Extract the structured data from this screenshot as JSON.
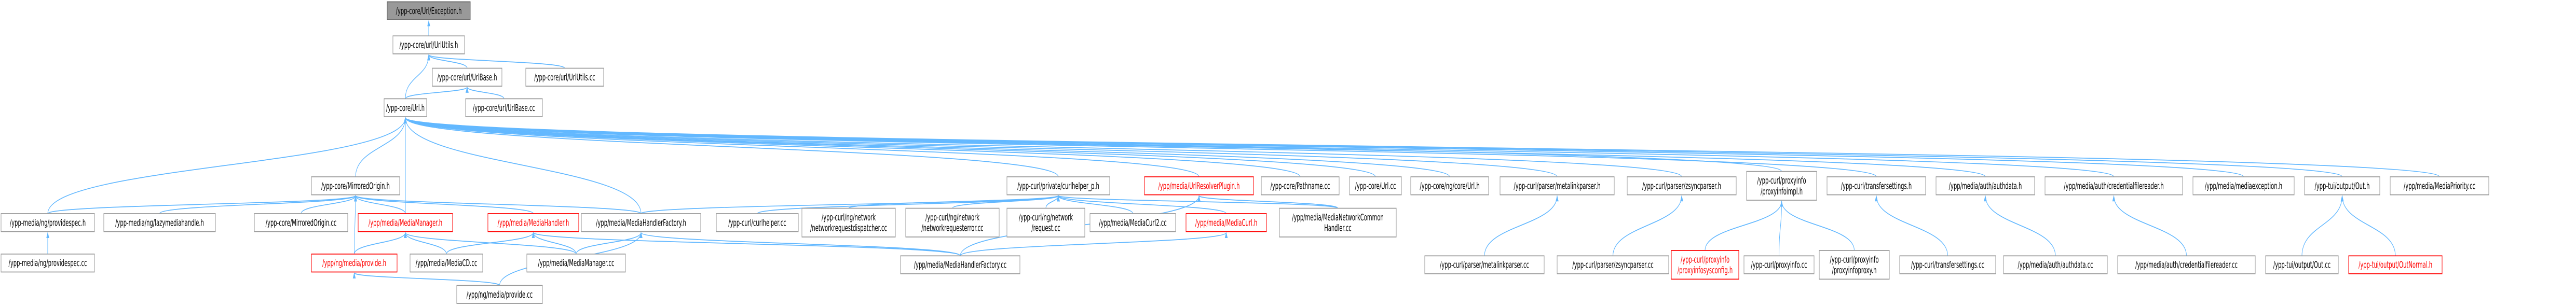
{
  "diagram": {
    "type": "include-dependency-graph",
    "nodes": [
      {
        "id": "urlex",
        "label": [
          "/ypp-core/Url/Exception.h"
        ],
        "style": "root"
      },
      {
        "id": "urlutilsh",
        "label": [
          "/ypp-core/url/UrlUtils.h"
        ]
      },
      {
        "id": "urlbaseh",
        "label": [
          "/ypp-core/url/UrlBase.h"
        ]
      },
      {
        "id": "urlutilscc",
        "label": [
          "/ypp-core/url/UrlUtils.cc"
        ]
      },
      {
        "id": "urlbasecc",
        "label": [
          "/ypp-core/url/UrlBase.cc"
        ]
      },
      {
        "id": "urlh",
        "label": [
          "/ypp-core/Url.h"
        ]
      },
      {
        "id": "mirroredh",
        "label": [
          "/ypp-core/MirroredOrigin.h"
        ]
      },
      {
        "id": "curlhelperp",
        "label": [
          "/ypp-curl/private/curlhelper_p.h"
        ]
      },
      {
        "id": "resolverplugin",
        "label": [
          "/ypp/media/UrlResolverPlugin.h"
        ],
        "style": "red"
      },
      {
        "id": "pathnamecc",
        "label": [
          "/ypp-core/Pathname.cc"
        ]
      },
      {
        "id": "urlcc",
        "label": [
          "/ypp-core/Url.cc"
        ]
      },
      {
        "id": "ngurlh",
        "label": [
          "/ypp-core/ng/core/Url.h"
        ]
      },
      {
        "id": "metaparserh",
        "label": [
          "/ypp-curl/parser/metalinkparser.h"
        ]
      },
      {
        "id": "zsyncparserh",
        "label": [
          "/ypp-curl/parser/zsyncparser.h"
        ]
      },
      {
        "id": "proxyinfoimplh",
        "label": [
          "/ypp-curl/proxyinfo",
          "/proxyinfoimpl.h"
        ]
      },
      {
        "id": "transfersettingsh",
        "label": [
          "/ypp-curl/transfersettings.h"
        ]
      },
      {
        "id": "mediaauthdatah",
        "label": [
          "/ypp/media/auth/authdata.h"
        ]
      },
      {
        "id": "credreaderh",
        "label": [
          "/ypp/media/auth/credentialfilereader.h"
        ]
      },
      {
        "id": "mediaexcc",
        "label": [
          "/ypp/media/mediaexception.h"
        ]
      },
      {
        "id": "outh",
        "label": [
          "/ypp-tui/output/Out.h"
        ]
      },
      {
        "id": "mediapriocc",
        "label": [
          "/ypp/media/MediaPriority.cc"
        ]
      },
      {
        "id": "provspech",
        "label": [
          "/ypp-media/ng/providespec.h"
        ]
      },
      {
        "id": "lazyhandleh",
        "label": [
          "/ypp-media/ng/lazymediahandle.h"
        ]
      },
      {
        "id": "mirroredcc",
        "label": [
          "/ypp-core/MirroredOrigin.cc"
        ]
      },
      {
        "id": "mediamanagerh",
        "label": [
          "/ypp/media/MediaManager.h"
        ],
        "style": "red"
      },
      {
        "id": "mediahandlerh",
        "label": [
          "/ypp/media/MediaHandler.h"
        ],
        "style": "red"
      },
      {
        "id": "mhfactoryh",
        "label": [
          "/ypp/media/MediaHandlerFactory.h"
        ]
      },
      {
        "id": "curlhelpercc",
        "label": [
          "/ypp-curl/curlhelper.cc"
        ]
      },
      {
        "id": "netreqdisp",
        "label": [
          "/ypp-curl/ng/network",
          "/networkrequestdispatcher.cc"
        ]
      },
      {
        "id": "netreqerr",
        "label": [
          "/ypp-curl/ng/network",
          "/networkrequesterror.cc"
        ]
      },
      {
        "id": "netrequest",
        "label": [
          "/ypp-curl/ng/network",
          "/request.cc"
        ]
      },
      {
        "id": "mediacurl2",
        "label": [
          "/ypp/media/MediaCurl2.cc"
        ]
      },
      {
        "id": "mediacurlh",
        "label": [
          "/ypp/media/MediaCurl.h"
        ],
        "style": "red"
      },
      {
        "id": "netcommonh",
        "label": [
          "/ypp/media/MediaNetworkCommon",
          "Handler.cc"
        ]
      },
      {
        "id": "metaparsercc",
        "label": [
          "/ypp-curl/parser/metalinkparser.cc"
        ]
      },
      {
        "id": "zsyncparsercc",
        "label": [
          "/ypp-curl/parser/zsyncparser.cc"
        ]
      },
      {
        "id": "proxyconfigh",
        "label": [
          "/ypp-curl/proxyinfo",
          "/proxyinfosysconfig.h"
        ],
        "style": "red"
      },
      {
        "id": "proxyinfocc",
        "label": [
          "/ypp-curl/proxyinfo.cc"
        ]
      },
      {
        "id": "proxyinfoproxycc",
        "label": [
          "/ypp-curl/proxyinfo",
          "/proxyinfoproxy.h"
        ]
      },
      {
        "id": "transfersettingscc",
        "label": [
          "/ypp-curl/transfersettings.cc"
        ]
      },
      {
        "id": "mediaauthdatacc",
        "label": [
          "/ypp/media/auth/authdata.cc"
        ]
      },
      {
        "id": "credreadercc",
        "label": [
          "/ypp/media/auth/credentialfilereader.cc"
        ]
      },
      {
        "id": "outcc",
        "label": [
          "/ypp-tui/output/Out.cc"
        ]
      },
      {
        "id": "outnormalh",
        "label": [
          "/ypp-tui/output/OutNormal.h"
        ],
        "style": "red"
      },
      {
        "id": "provspeccc",
        "label": [
          "/ypp-media/ng/providespec.cc"
        ]
      },
      {
        "id": "ngprovideh",
        "label": [
          "/ypp/ng/media/provide.h"
        ],
        "style": "red"
      },
      {
        "id": "mediacdcc",
        "label": [
          "/ypp/media/MediaCD.cc"
        ]
      },
      {
        "id": "mediamanagercc",
        "label": [
          "/ypp/media/MediaManager.cc"
        ]
      },
      {
        "id": "mhfactorycc",
        "label": [
          "/ypp/media/MediaHandlerFactory.cc"
        ]
      },
      {
        "id": "ngprovidecc",
        "label": [
          "/ypp/ng/media/provide.cc"
        ]
      }
    ]
  }
}
